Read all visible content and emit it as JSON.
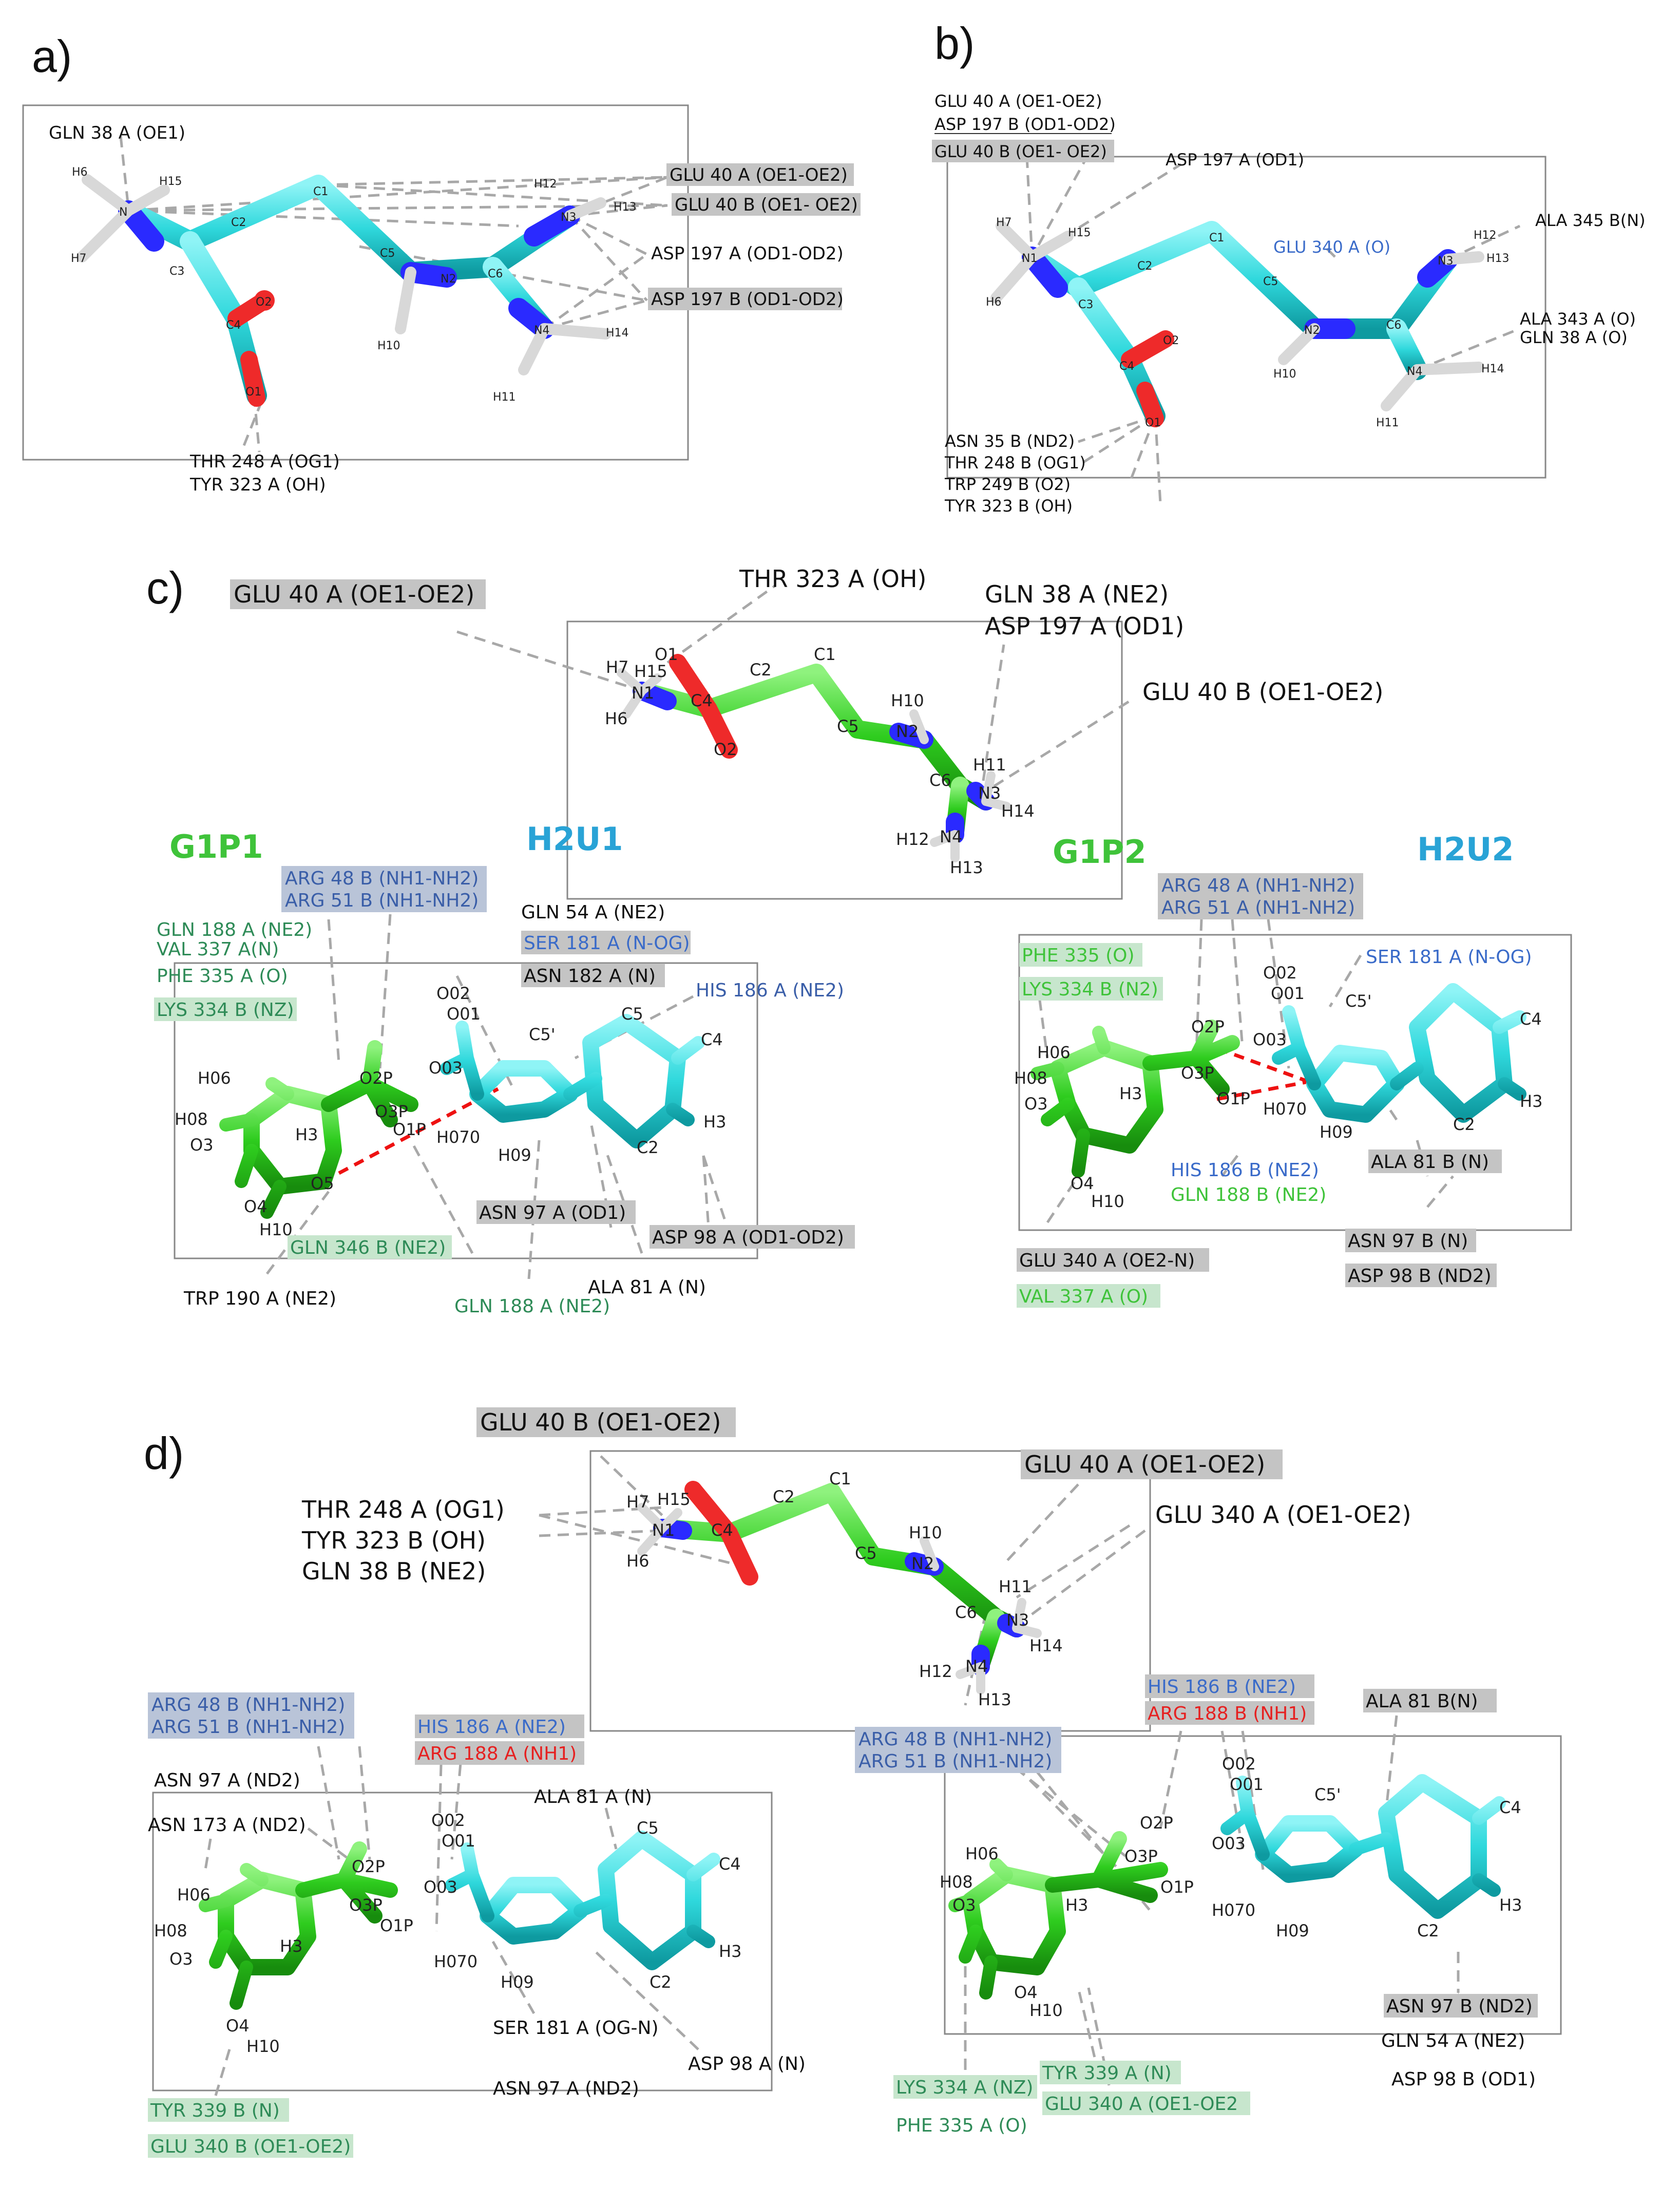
{
  "colors": {
    "cyan": "#2fd8dc",
    "green": "#2ecc1e",
    "nitrogen": "#2a2aff",
    "oxygen": "#ee2a2a",
    "hydrogen": "#d8d8d8",
    "label_gray": "#c4c4c4",
    "label_blue_bg": "#b9c4d8",
    "label_green_bg": "#c7e6cd",
    "text_blue": "#3a6bc9",
    "text_green": "#2e8b57",
    "text_cyan": "#29a3d6",
    "text_red": "#e62020"
  },
  "panels": {
    "a": {
      "letter": "a)",
      "atoms": {
        "gln_n": "N",
        "h6": "H6",
        "h7": "H7",
        "h15": "H15",
        "c1": "C1",
        "c2": "C2",
        "c3": "C3",
        "c4": "C4",
        "c5": "C5",
        "o1": "O1",
        "o2": "O2",
        "n2": "N2",
        "n3": "N3",
        "n4": "N4",
        "c6": "C6",
        "h10": "H10",
        "h11": "H11",
        "h12": "H12",
        "h13": "H13",
        "h14": "H14"
      },
      "labels": {
        "gln38": "GLN 38 A (OE1)",
        "glu40a": "GLU 40 A (OE1-OE2)",
        "glu40b": "GLU 40 B (OE1- OE2)",
        "asp197a": "ASP 197 A (OD1-OD2)",
        "asp197b": "ASP 197 B (OD1-OD2)",
        "thr248": "THR 248 A (OG1)",
        "tyr323": "TYR 323 A (OH)"
      }
    },
    "b": {
      "letter": "b)",
      "atoms": {
        "n1": "N1",
        "h6": "H6",
        "h7": "H7",
        "h15": "H15",
        "c1": "C1",
        "c2": "C2",
        "c3": "C3",
        "c4": "C4",
        "c5": "C5",
        "c6": "C6",
        "n2": "N2",
        "n3": "N3",
        "n4": "N4",
        "o1": "O1",
        "o2": "O2",
        "h10": "H10",
        "h11": "H11",
        "h12": "H12",
        "h13": "H13",
        "h14": "H14"
      },
      "labels": {
        "glu40a": "GLU 40 A (OE1-OE2)",
        "asp197b": "ASP 197 B (OD1-OD2)",
        "glu40b": "GLU 40 B (OE1- OE2)",
        "asp197a": "ASP 197 A (OD1)",
        "ala345": "ALA 345 B(N)",
        "glu340": "GLU 340 A (O)",
        "ala343": "ALA 343 A (O)",
        "gln38": "GLN 38 A (O)",
        "asn35": "ASN 35 B (ND2)",
        "thr248": "THR 248 B (OG1)",
        "trp249": "TRP 249 B (O2)",
        "tyr323": "TYR 323 B (OH)"
      }
    },
    "c": {
      "letter": "c)",
      "atoms": {
        "h7": "H7",
        "h15": "H15",
        "n1": "N1",
        "h6": "H6",
        "o1": "O1",
        "o2": "O2",
        "c4": "C4",
        "c2": "C2",
        "c1": "C1",
        "c5": "C5",
        "n2": "N2",
        "h10": "H10",
        "h11": "H11",
        "n3": "N3",
        "c6": "C6",
        "h14": "H14",
        "h12": "H12",
        "n4": "N4",
        "h13": "H13"
      },
      "top": {
        "glu40a": "GLU 40 A (OE1-OE2)",
        "thr323": "THR 323 A (OH)",
        "gln38": "GLN 38 A (NE2)",
        "asp197": "ASP 197 A (OD1)",
        "glu40b": "GLU 40 B (OE1-OE2)"
      },
      "groups": {
        "g1p1": "G1P1",
        "h2u1": "H2U1",
        "g1p2": "G1P2",
        "h2u2": "H2U2"
      },
      "left": {
        "arg48b": "ARG 48 B (NH1-NH2)",
        "arg51b": "ARG 51 B (NH1-NH2)",
        "gln188a": "GLN 188 A (NE2)",
        "val337": "VAL 337 A(N)",
        "phe335": "PHE 335 A (O)",
        "lys334": "LYS 334 B (NZ)",
        "gln54": "GLN 54 A (NE2)",
        "ser181": "SER 181 A (N-OG)",
        "asn182": "ASN 182 A (N)",
        "his186": "HIS 186 A (NE2)",
        "asn97": "ASN 97 A (OD1)",
        "asp98": "ASP 98 A (OD1-OD2)",
        "gln346": "GLN 346 B (NE2)",
        "trp190": "TRP 190 A (NE2)",
        "gln188a2": "GLN 188  A (NE2)",
        "ala81": "ALA 81 A (N)"
      },
      "right": {
        "arg48a": "ARG 48 A (NH1-NH2)",
        "arg51a": "ARG 51 A (NH1-NH2)",
        "phe335": "PHE 335 (O)",
        "lys334": "LYS 334 B (N2)",
        "ser181": "SER 181 A (N-OG)",
        "his186b": "HIS 186 B (NE2)",
        "gln188b": "GLN 188 B (NE2)",
        "ala81b": "ALA 81 B (N)",
        "asn97b": "ASN 97 B (N)",
        "asp98b": "ASP 98 B (ND2)",
        "glu340": "GLU 340 A (OE2-N)",
        "val337": "VAL 337 A (O)"
      }
    },
    "d": {
      "letter": "d)",
      "atoms": {
        "h7": "H7",
        "h15": "H15",
        "n1": "N1",
        "h6": "H6",
        "c4": "C4",
        "c2": "C2",
        "c1": "C1",
        "c5": "C5",
        "n2": "N2",
        "h10": "H10",
        "h11": "H11",
        "n3": "N3",
        "c6": "C6",
        "h14": "H14",
        "h12": "H12",
        "n4": "N4",
        "h13": "H13"
      },
      "top": {
        "glu40b": "GLU 40 B (OE1-OE2)",
        "glu40a": "GLU 40 A (OE1-OE2)",
        "thr248": "THR 248 A (OG1)",
        "tyr323": "TYR 323 B (OH)",
        "gln38": "GLN 38 B (NE2)",
        "glu340": "GLU 340 A (OE1-OE2)"
      },
      "left": {
        "arg48b": "ARG 48 B (NH1-NH2)",
        "arg51b": "ARG 51 B (NH1-NH2)",
        "his186a": "HIS 186 A (NE2)",
        "arg188a": "ARG 188 A (NH1)",
        "asn97a": "ASN 97 A (ND2)",
        "asn173": "ASN 173 A (ND2)",
        "ala81a": "ALA 81 A (N)",
        "ser181": "SER 181 A (OG-N)",
        "asp98": "ASP 98 A (N)",
        "asn97a2": "ASN 97 A (ND2)",
        "tyr339": "TYR 339 B (N)",
        "glu340b": "GLU 340 B (OE1-OE2)"
      },
      "right": {
        "his186b": "HIS 186 B (NE2)",
        "arg188b": "ARG 188 B (NH1)",
        "ala81b": "ALA 81 B(N)",
        "arg48b": "ARG 48 B (NH1-NH2)",
        "arg51b": "ARG 51 B (NH1-NH2)",
        "asn97b": "ASN 97 B (ND2)",
        "gln54": "GLN 54 A (NE2)",
        "asp98b": "ASP 98 B (OD1)",
        "lys334": "LYS 334 A (NZ)",
        "tyr339": "TYR 339 A (N)",
        "glu340": "GLU 340 A (OE1-OE2",
        "phe335": "PHE 335 A (O)"
      }
    }
  },
  "ligand_atoms": {
    "o01": "O01",
    "o02": "O02",
    "o03": "O03",
    "o2p": "O2P",
    "o3p": "O3P",
    "o1p": "O1P",
    "h3": "H3",
    "h06": "H06",
    "h08": "H08",
    "h09": "H09",
    "h10": "H10",
    "h070": "H070",
    "o3": "O3",
    "o4": "O4",
    "o5": "O5",
    "c5p": "C5'",
    "c2": "C2",
    "c4": "C4",
    "c5": "C5"
  }
}
